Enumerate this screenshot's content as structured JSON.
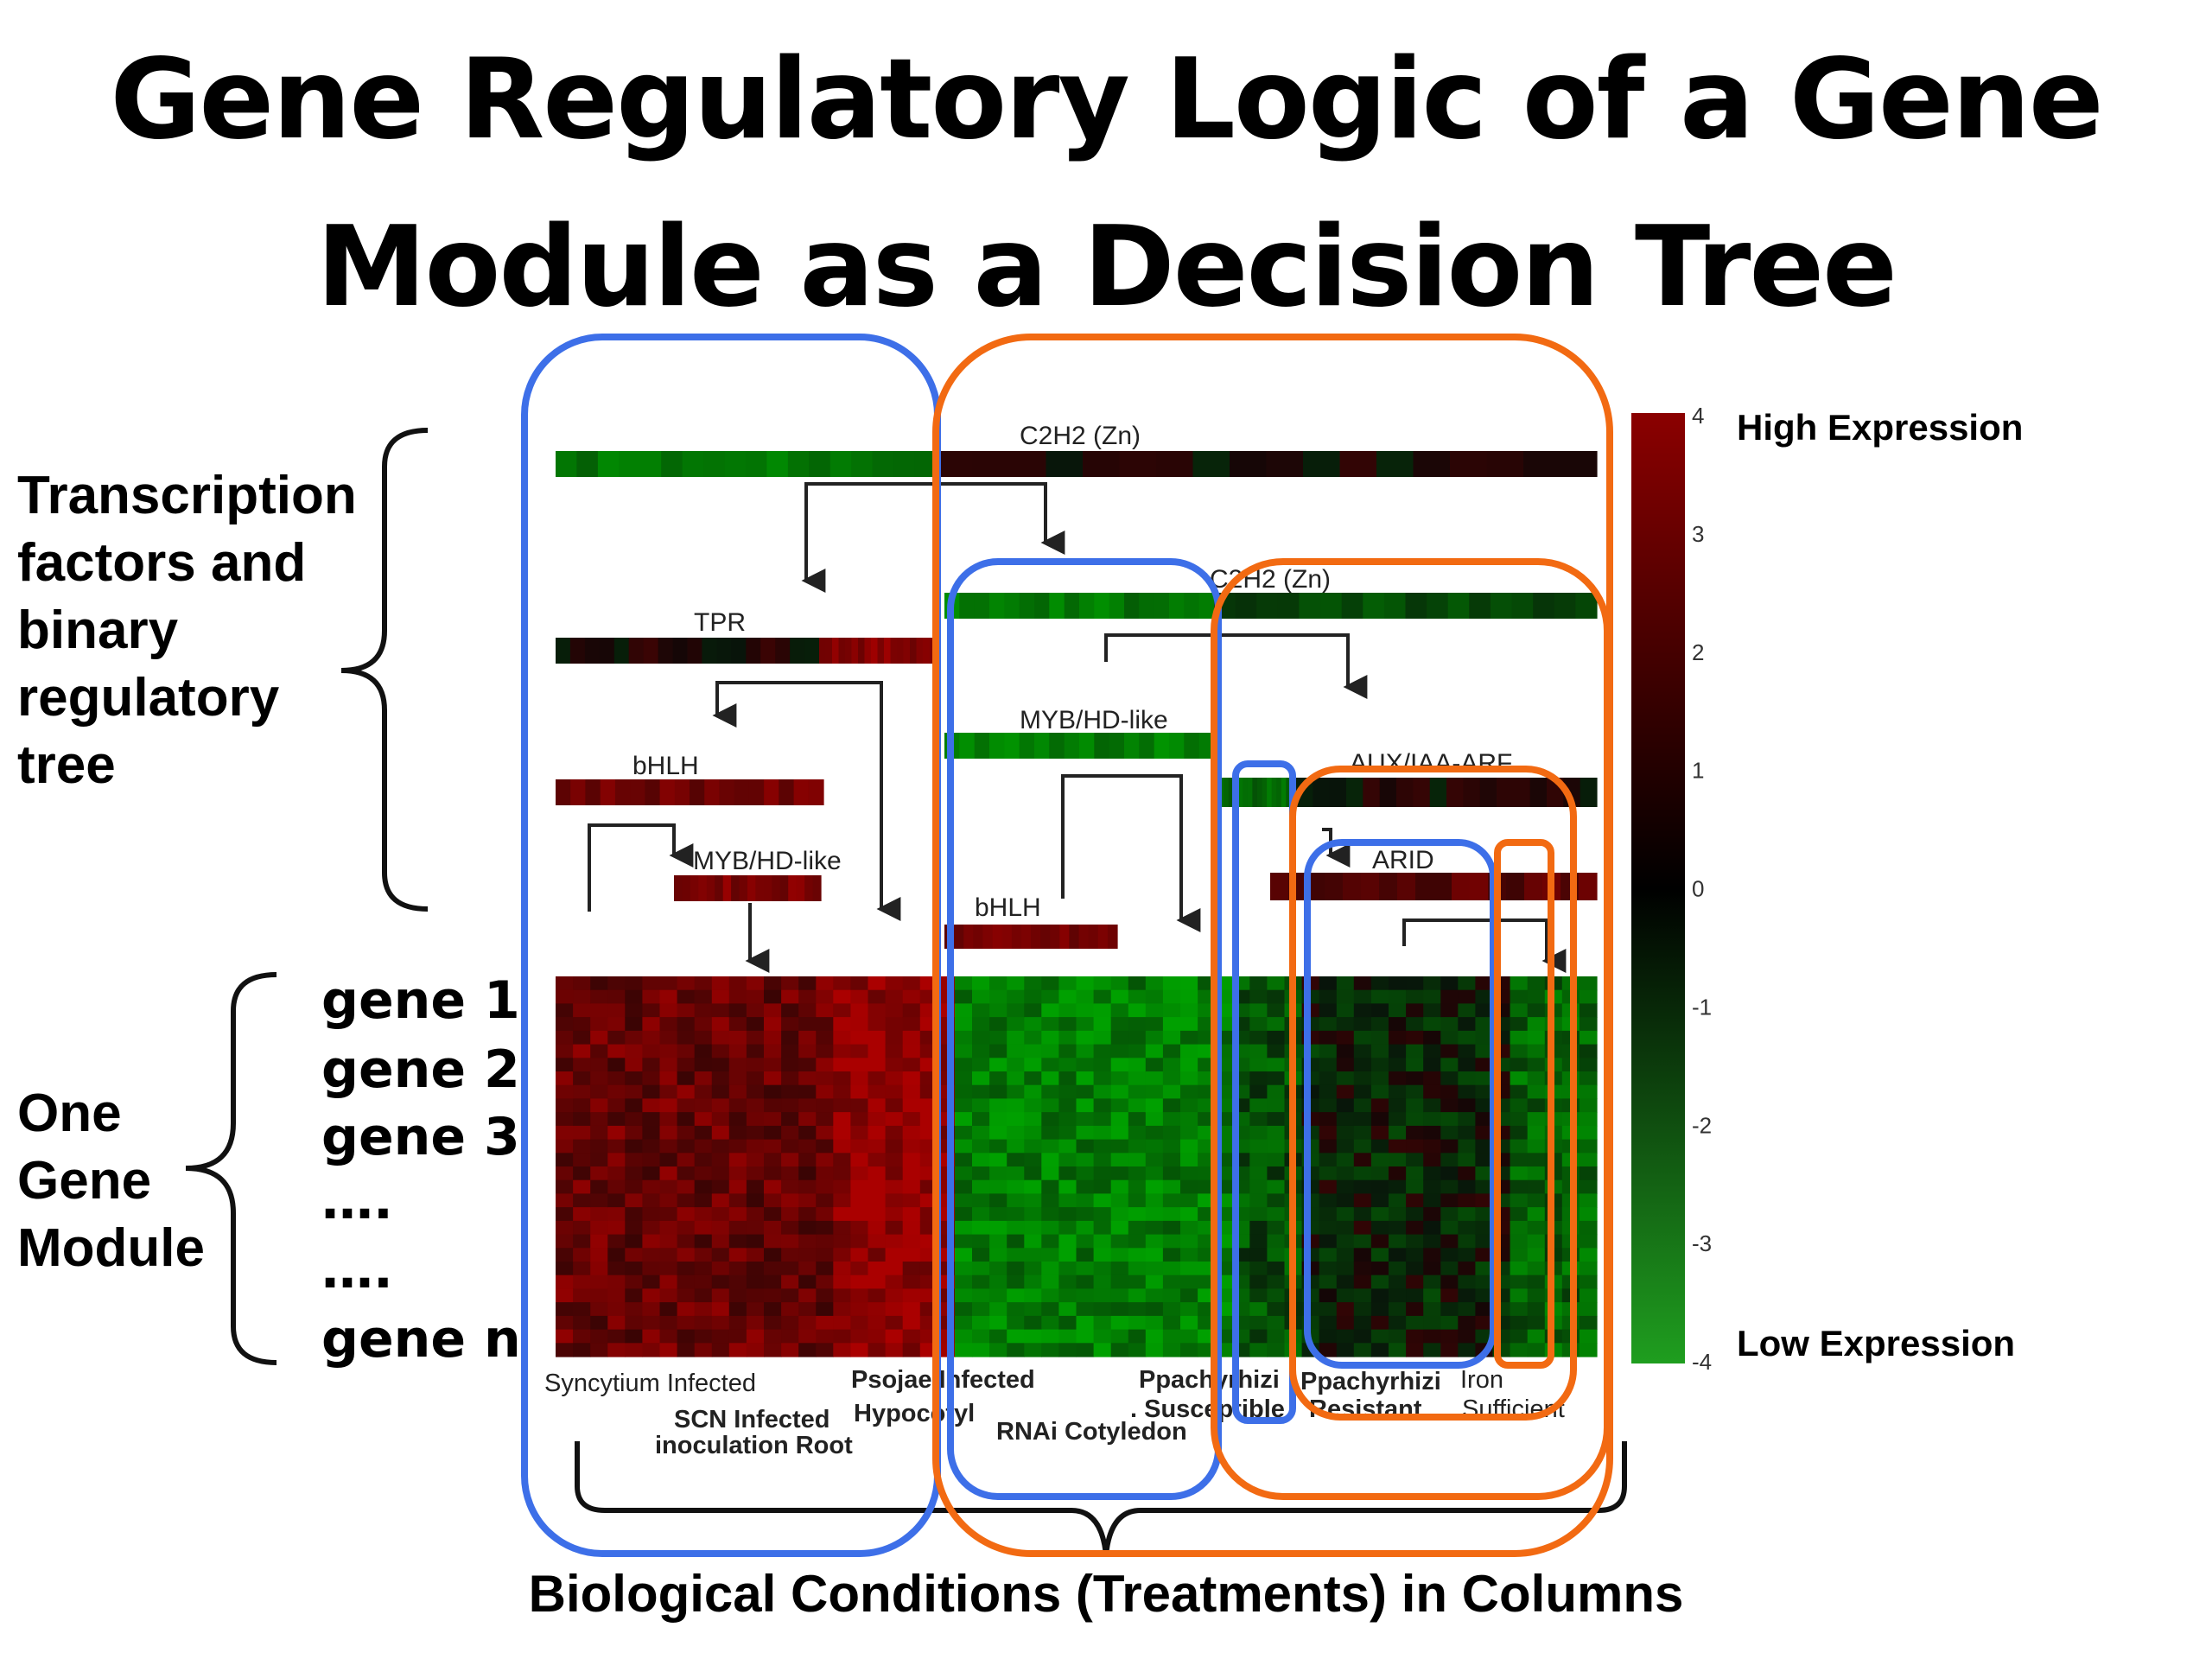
{
  "title": {
    "line1": "Gene Regulatory Logic of a Gene",
    "line2": "Module as a Decision Tree"
  },
  "left_labels": {
    "tf_tree": "Transcription\nfactors and\nbinary\nregulatory\ntree",
    "module": "One\nGene\nModule"
  },
  "genes": [
    "gene 1",
    "gene 2",
    "gene 3",
    "….",
    "….",
    "gene n"
  ],
  "tree_nodes": {
    "root": "C2H2 (Zn)",
    "tpr": "TPR",
    "bhlh_left": "bHLH",
    "myb_left": "MYB/HD-like",
    "c2h2_second": "C2H2 (Zn)",
    "myb_mid": "MYB/HD-like",
    "bhlh_mid": "bHLH",
    "aux": "AUX/IAA-ARF",
    "arid": "ARID"
  },
  "condition_labels": {
    "syncytium": "Syncytium Infected",
    "scn": "SCN Infected",
    "inoculation": "inoculation  Root",
    "psojae": "Psojae Infected",
    "hypocotyl": "Hypocotyl",
    "rnai": "RNAi Cotyledon",
    "ppach_susc_1": "Ppachyrhizi",
    "ppach_susc_2": ". Susceptible",
    "ppach_res_1": "Ppachyrhizi",
    "ppach_res_2": "Resistant",
    "iron_1": "Iron",
    "iron_2": "Sufficient"
  },
  "color_scale": {
    "ticks": [
      "4",
      "3",
      "2",
      "1",
      "0",
      "-1",
      "-2",
      "-3",
      "-4"
    ],
    "high_label": "High Expression",
    "low_label": "Low Expression",
    "high_color": "#8b0000",
    "mid_color": "#000000",
    "low_color": "#1f9e1f"
  },
  "box_colors": {
    "blue": "#3d6fe8",
    "orange": "#f26a12"
  },
  "bottom_label": "Biological Conditions (Treatments) in Columns"
}
